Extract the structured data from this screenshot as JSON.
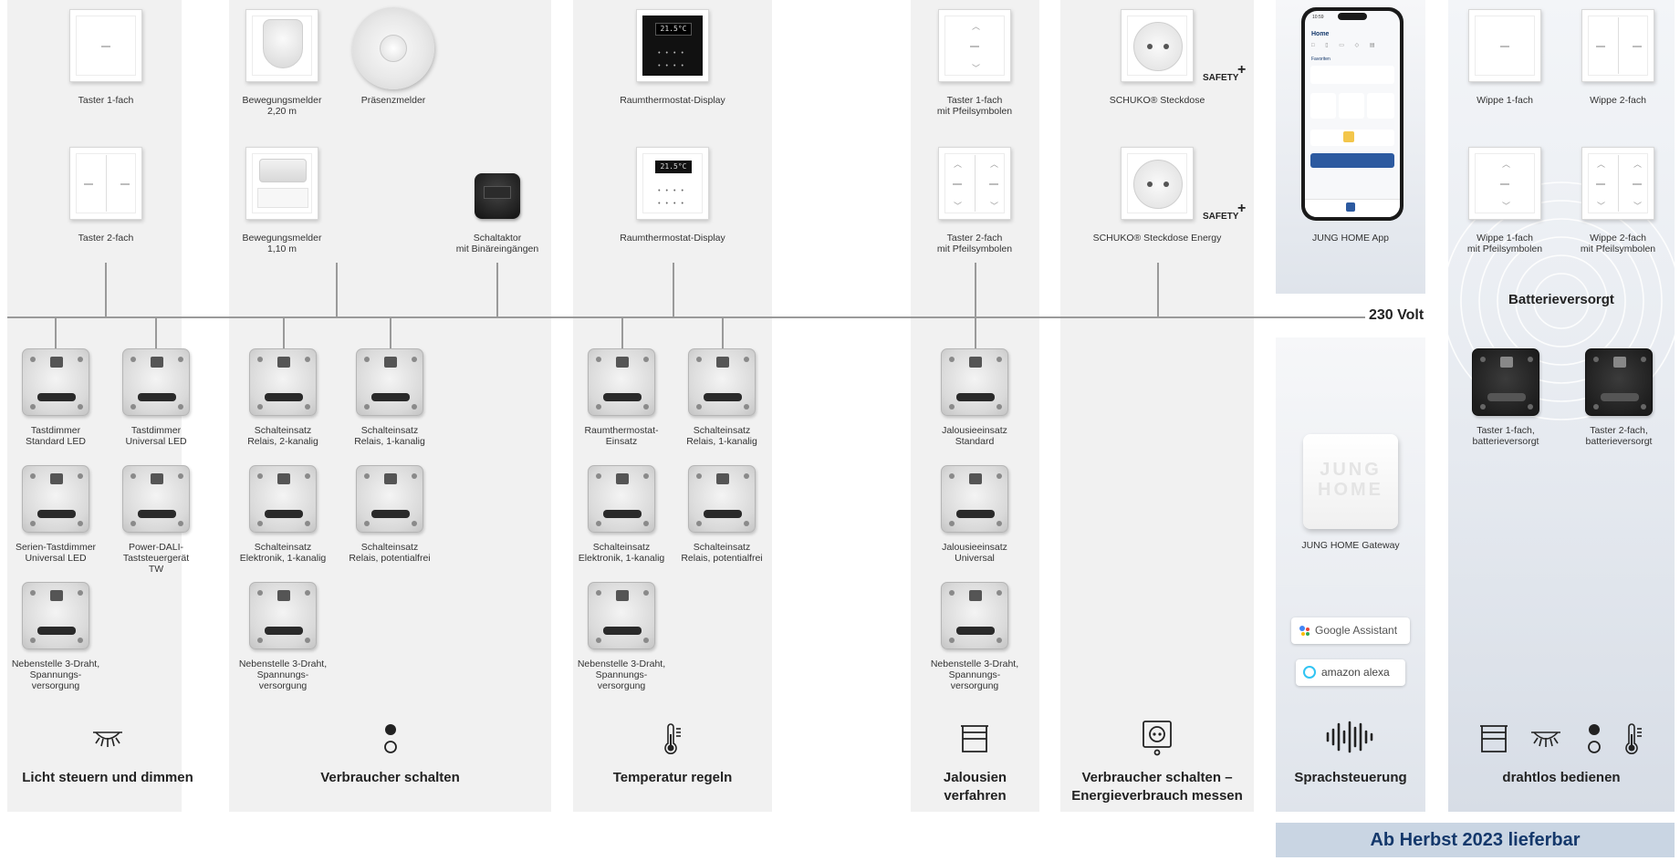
{
  "bus_label": "230 Volt",
  "wireless_label": "Batterieversorgt",
  "availability": "Ab Herbst 2023 lieferbar",
  "brand_marks": {
    "safety": "SAFETY",
    "google_assistant": "Google Assistant",
    "amazon_alexa": "amazon alexa",
    "gateway_logo": "JUNG HOME"
  },
  "devices": {
    "taster_1fach": "Taster 1-fach",
    "taster_2fach": "Taster 2-fach",
    "bewegungsmelder_220": "Bewegungsmelder\n2,20 m",
    "praesenzmelder": "Präsenzmelder",
    "bewegungsmelder_110": "Bewegungsmelder\n1,10 m",
    "schaltaktor": "Schaltaktor\nmit Binäreingängen",
    "raumthermostat_1": "Raumthermostat-Display",
    "raumthermostat_2": "Raumthermostat-Display",
    "taster_1fach_pfeil": "Taster 1-fach\nmit Pfeilsymbolen",
    "taster_2fach_pfeil": "Taster 2-fach\nmit Pfeilsymbolen",
    "schuko": "SCHUKO® Steckdose",
    "schuko_energy": "SCHUKO® Steckdose Energy",
    "app": "JUNG HOME App",
    "wippe_1fach": "Wippe 1-fach",
    "wippe_2fach": "Wippe 2-fach",
    "wippe_1fach_pfeil": "Wippe 1-fach\nmit Pfeilsymbolen",
    "wippe_2fach_pfeil": "Wippe 2-fach\nmit Pfeilsymbolen"
  },
  "inserts": {
    "tastdimmer_std": "Tastdimmer\nStandard LED",
    "tastdimmer_uni": "Tastdimmer\nUniversal LED",
    "serien_tastdimmer": "Serien-Tastdimmer\nUniversal LED",
    "power_dali": "Power-DALI-\nTaststeuergerät\nTW",
    "nebenstelle_1": "Nebenstelle 3-Draht,\nSpannungs-\nversorgung",
    "schalt_relais_2k": "Schalteinsatz\nRelais, 2-kanalig",
    "schalt_relais_1k_a": "Schalteinsatz\nRelais, 1-kanalig",
    "schalt_elektronik_a": "Schalteinsatz\nElektronik, 1-kanalig",
    "schalt_potfrei_a": "Schalteinsatz\nRelais, potentialfrei",
    "nebenstelle_2": "Nebenstelle 3-Draht,\nSpannungs-\nversorgung",
    "raumthermostat_einsatz": "Raumthermostat-\nEinsatz",
    "schalt_relais_1k_b": "Schalteinsatz\nRelais, 1-kanalig",
    "schalt_elektronik_b": "Schalteinsatz\nElektronik, 1-kanalig",
    "schalt_potfrei_b": "Schalteinsatz\nRelais, potentialfrei",
    "nebenstelle_3": "Nebenstelle 3-Draht,\nSpannungs-\nversorgung",
    "jalousie_std": "Jalousieeinsatz\nStandard",
    "jalousie_uni": "Jalousieeinsatz\nUniversal",
    "nebenstelle_4": "Nebenstelle 3-Draht,\nSpannungs-\nversorgung",
    "gateway": "JUNG HOME Gateway",
    "taster_1fach_batt": "Taster 1-fach,\nbatterieversorgt",
    "taster_2fach_batt": "Taster 2-fach,\nbatterieversorgt"
  },
  "categories": {
    "licht": "Licht steuern und dimmen",
    "verbraucher": "Verbraucher schalten",
    "temperatur": "Temperatur regeln",
    "jalousien": "Jalousien\nverfahren",
    "energie": "Verbraucher schalten –\nEnergieverbrauch messen",
    "sprache": "Sprachsteuerung",
    "drahtlos": "drahtlos bedienen"
  },
  "app_screen": {
    "time": "10:59",
    "home": "Home",
    "favoriten": "Favoriten"
  },
  "thermostat_display": "21.5°C",
  "icons": [
    "light-dimming-icon",
    "presence-icon",
    "thermometer-icon",
    "blind-icon",
    "socket-icon",
    "soundwave-icon",
    "wireless-waves-icon"
  ],
  "colors": {
    "panel": "#f1f1f1",
    "availability_bg": "#c9d5e3",
    "availability_text": "#14386b",
    "bus": "#9a9a9a"
  }
}
